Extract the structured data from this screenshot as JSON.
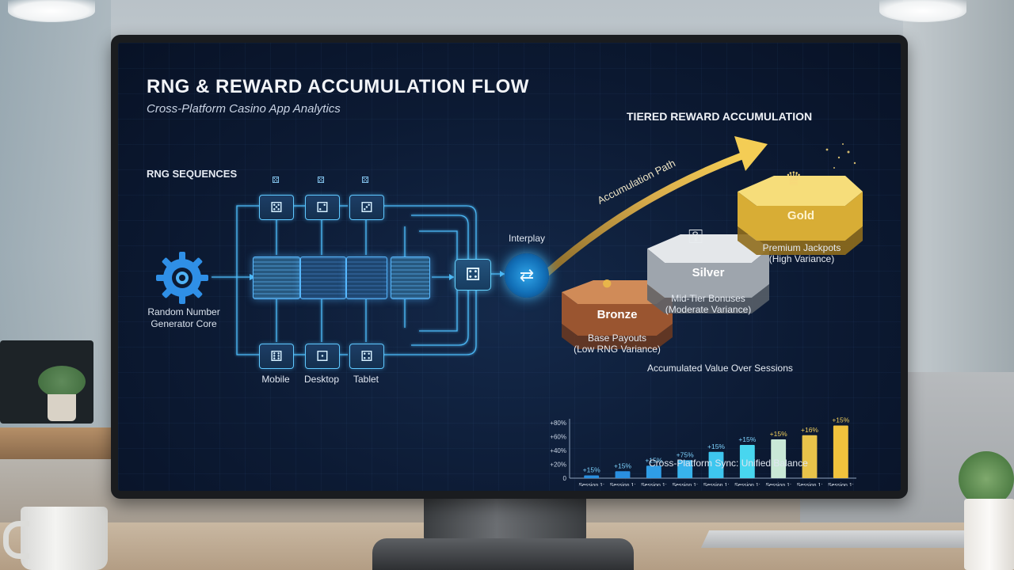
{
  "title": "RNG & REWARD ACCUMULATION FLOW",
  "subtitle": "Cross-Platform Casino App Analytics",
  "rng": {
    "heading": "RNG SEQUENCES",
    "core_label": "Random Number Generator Core",
    "platforms": [
      "Mobile",
      "Desktop",
      "Tablet"
    ],
    "hub_label": "Interplay"
  },
  "tiers": {
    "heading": "TIERED REWARD ACCUMULATION",
    "path_label": "Accumulation Path",
    "items": [
      {
        "name": "Bronze",
        "desc_line1": "Base Payouts",
        "desc_line2": "(Low RNG Variance)",
        "icon": "coins-icon",
        "color": "#b86a3c"
      },
      {
        "name": "Silver",
        "desc_line1": "Mid-Tier Bonuses",
        "desc_line2": "(Moderate Variance)",
        "icon": "key-icon",
        "color": "#c4c8cd"
      },
      {
        "name": "Gold",
        "desc_line1": "Premium Jackpots",
        "desc_line2": "(High Variance)",
        "icon": "crown-icon",
        "color": "#e3b93c"
      }
    ]
  },
  "chart_data": {
    "type": "bar",
    "title": "Accumulated Value Over Sessions",
    "xlabel": "Cross-Platform Sync: Unified Balance",
    "ylabel": "",
    "y_tick_labels": [
      "0",
      "+20%",
      "+40%",
      "+60%",
      "+80%"
    ],
    "ylim": [
      0,
      80
    ],
    "categories": [
      "Session 1:",
      "Session 1:",
      "Session 1:",
      "Session 1:",
      "Session 1:",
      "Session 1:",
      "Session 1:",
      "Session 1:",
      "Session 1:"
    ],
    "values": [
      4,
      10,
      18,
      26,
      38,
      48,
      56,
      62,
      76
    ],
    "data_labels": [
      "+15%",
      "+15%",
      "+15%",
      "+75%",
      "+15%",
      "+15%",
      "+15%",
      "+16%",
      "+15%"
    ],
    "colors": [
      "#2a8fe0",
      "#2a8fe0",
      "#2f9de6",
      "#38b3ec",
      "#3ec6ef",
      "#48d6ef",
      "#c9e8d6",
      "#e8c34a",
      "#f0c23d"
    ],
    "grid": false
  }
}
